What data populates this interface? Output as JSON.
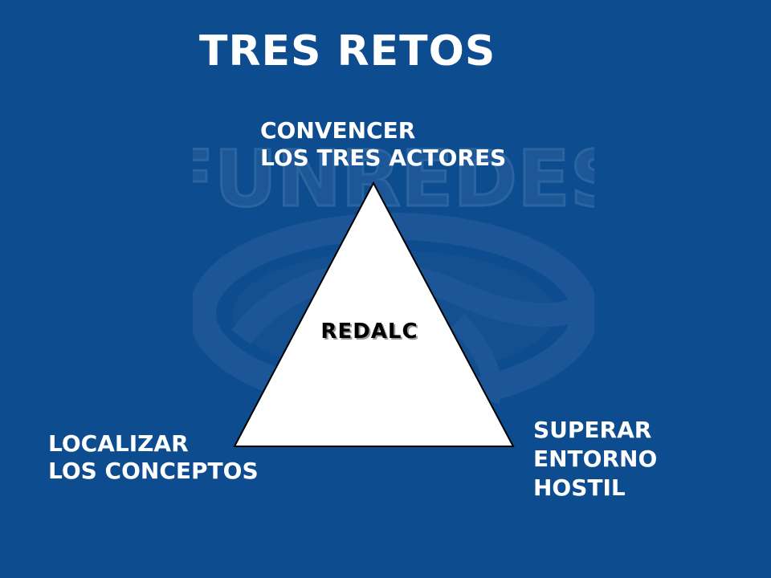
{
  "slide": {
    "title": "TRES RETOS",
    "watermark_text": "FUNREDES",
    "center_label": "REDALC",
    "top_label": [
      "CONVENCER",
      "LOS TRES ACTORES"
    ],
    "left_label": [
      "LOCALIZAR",
      "LOS CONCEPTOS"
    ],
    "right_label": [
      "SUPERAR",
      "ENTORNO",
      "HOSTIL"
    ]
  },
  "colors": {
    "background": "#0d4c8e",
    "text": "#ffffff",
    "triangle_fill": "#ffffff",
    "triangle_stroke": "#000000",
    "watermark": "#2a5f9a"
  }
}
